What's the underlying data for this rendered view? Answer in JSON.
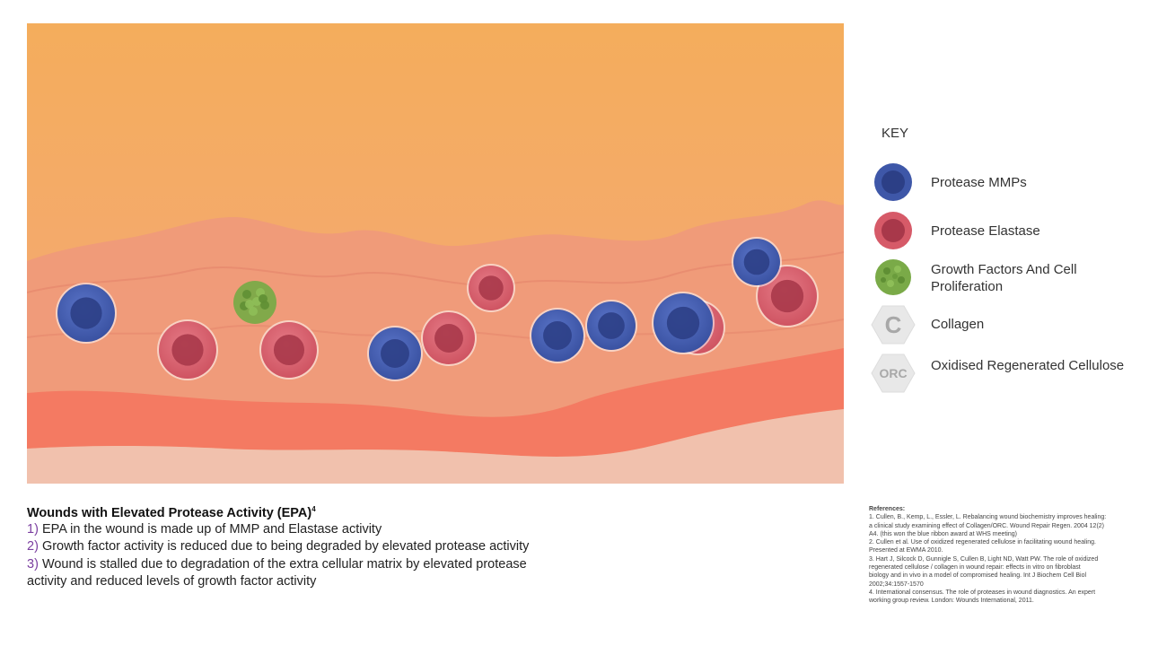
{
  "key": {
    "title": "KEY",
    "items": [
      {
        "label": "Protease MMPs",
        "icon": "protease-mmp-icon",
        "color": "#3e57a8"
      },
      {
        "label": "Protease Elastase",
        "icon": "protease-elastase-icon",
        "color": "#d65a68"
      },
      {
        "label": "Growth Factors And Cell Proliferation",
        "icon": "growth-factor-icon",
        "color": "#7aaa48"
      },
      {
        "label": "Collagen",
        "icon": "collagen-hexagon-icon",
        "symbol": "C",
        "color": "#e8e8e8"
      },
      {
        "label": "Oxidised Regenerated Cellulose",
        "icon": "orc-hexagon-icon",
        "symbol": "ORC",
        "color": "#e8e8e8"
      }
    ]
  },
  "caption": {
    "title": "Wounds with Elevated Protease Activity (EPA)",
    "title_sup": "4",
    "lines": [
      {
        "num": "1)",
        "text": "EPA in the wound is made up of MMP and Elastase activity"
      },
      {
        "num": "2)",
        "text": "Growth factor activity is reduced due to being degraded by elevated protease activity"
      },
      {
        "num": "3)",
        "text": "Wound is stalled due to degradation of the extra cellular matrix by elevated protease"
      },
      {
        "num": "",
        "text": "activity and reduced levels of growth factor activity"
      }
    ]
  },
  "references": {
    "title": "References:",
    "lines": [
      "1. Cullen, B., Kemp, L., Essler, L. Rebalancing wound biochemistry improves healing:",
      "a clinical study examining effect of Collagen/ORC. Wound Repair Regen. 2004 12(2)",
      "A4. (this won the blue ribbon award at WHS meeting)",
      "2. Cullen et al. Use of oxidized regenerated cellulose in facilitating wound healing.",
      "Presented at EWMA 2010.",
      "3. Hart J, Silcock D, Gunnigle S, Cullen B, Light ND, Watt PW. The role of oxidized",
      "regenerated cellulose / collagen in wound repair: effects in vitro on fibroblast",
      "biology and in vivo in a model of compromised healing. Int J Biochem Cell Biol",
      "2002;34:1557-1570",
      "4. International consensus. The role of proteases in wound diagnostics. An expert",
      "working group review. London: Wounds International, 2011."
    ]
  },
  "scene": {
    "colors": {
      "sky_top": "#f4ad5c",
      "sky_bottom": "#f4a77a",
      "tissue": "#ef9577",
      "dermis_band": "#f47a62",
      "base": "#f1c1ad",
      "mmp": "#3e57a8",
      "elastase": "#d65a68",
      "growth": "#7aaa48"
    },
    "cells": [
      {
        "name": "mmp-cell",
        "type": "mmp"
      },
      {
        "name": "elastase-cell",
        "type": "elastase"
      },
      {
        "name": "growth-factor-cell",
        "type": "growth"
      },
      {
        "name": "elastase-cell",
        "type": "elastase"
      },
      {
        "name": "mmp-cell",
        "type": "mmp"
      },
      {
        "name": "elastase-cell",
        "type": "elastase"
      },
      {
        "name": "elastase-cell",
        "type": "elastase"
      },
      {
        "name": "mmp-cell",
        "type": "mmp"
      },
      {
        "name": "mmp-cell",
        "type": "mmp"
      },
      {
        "name": "elastase-cell",
        "type": "elastase"
      },
      {
        "name": "mmp-cell",
        "type": "mmp"
      },
      {
        "name": "elastase-cell",
        "type": "elastase"
      },
      {
        "name": "mmp-cell",
        "type": "mmp"
      }
    ]
  }
}
